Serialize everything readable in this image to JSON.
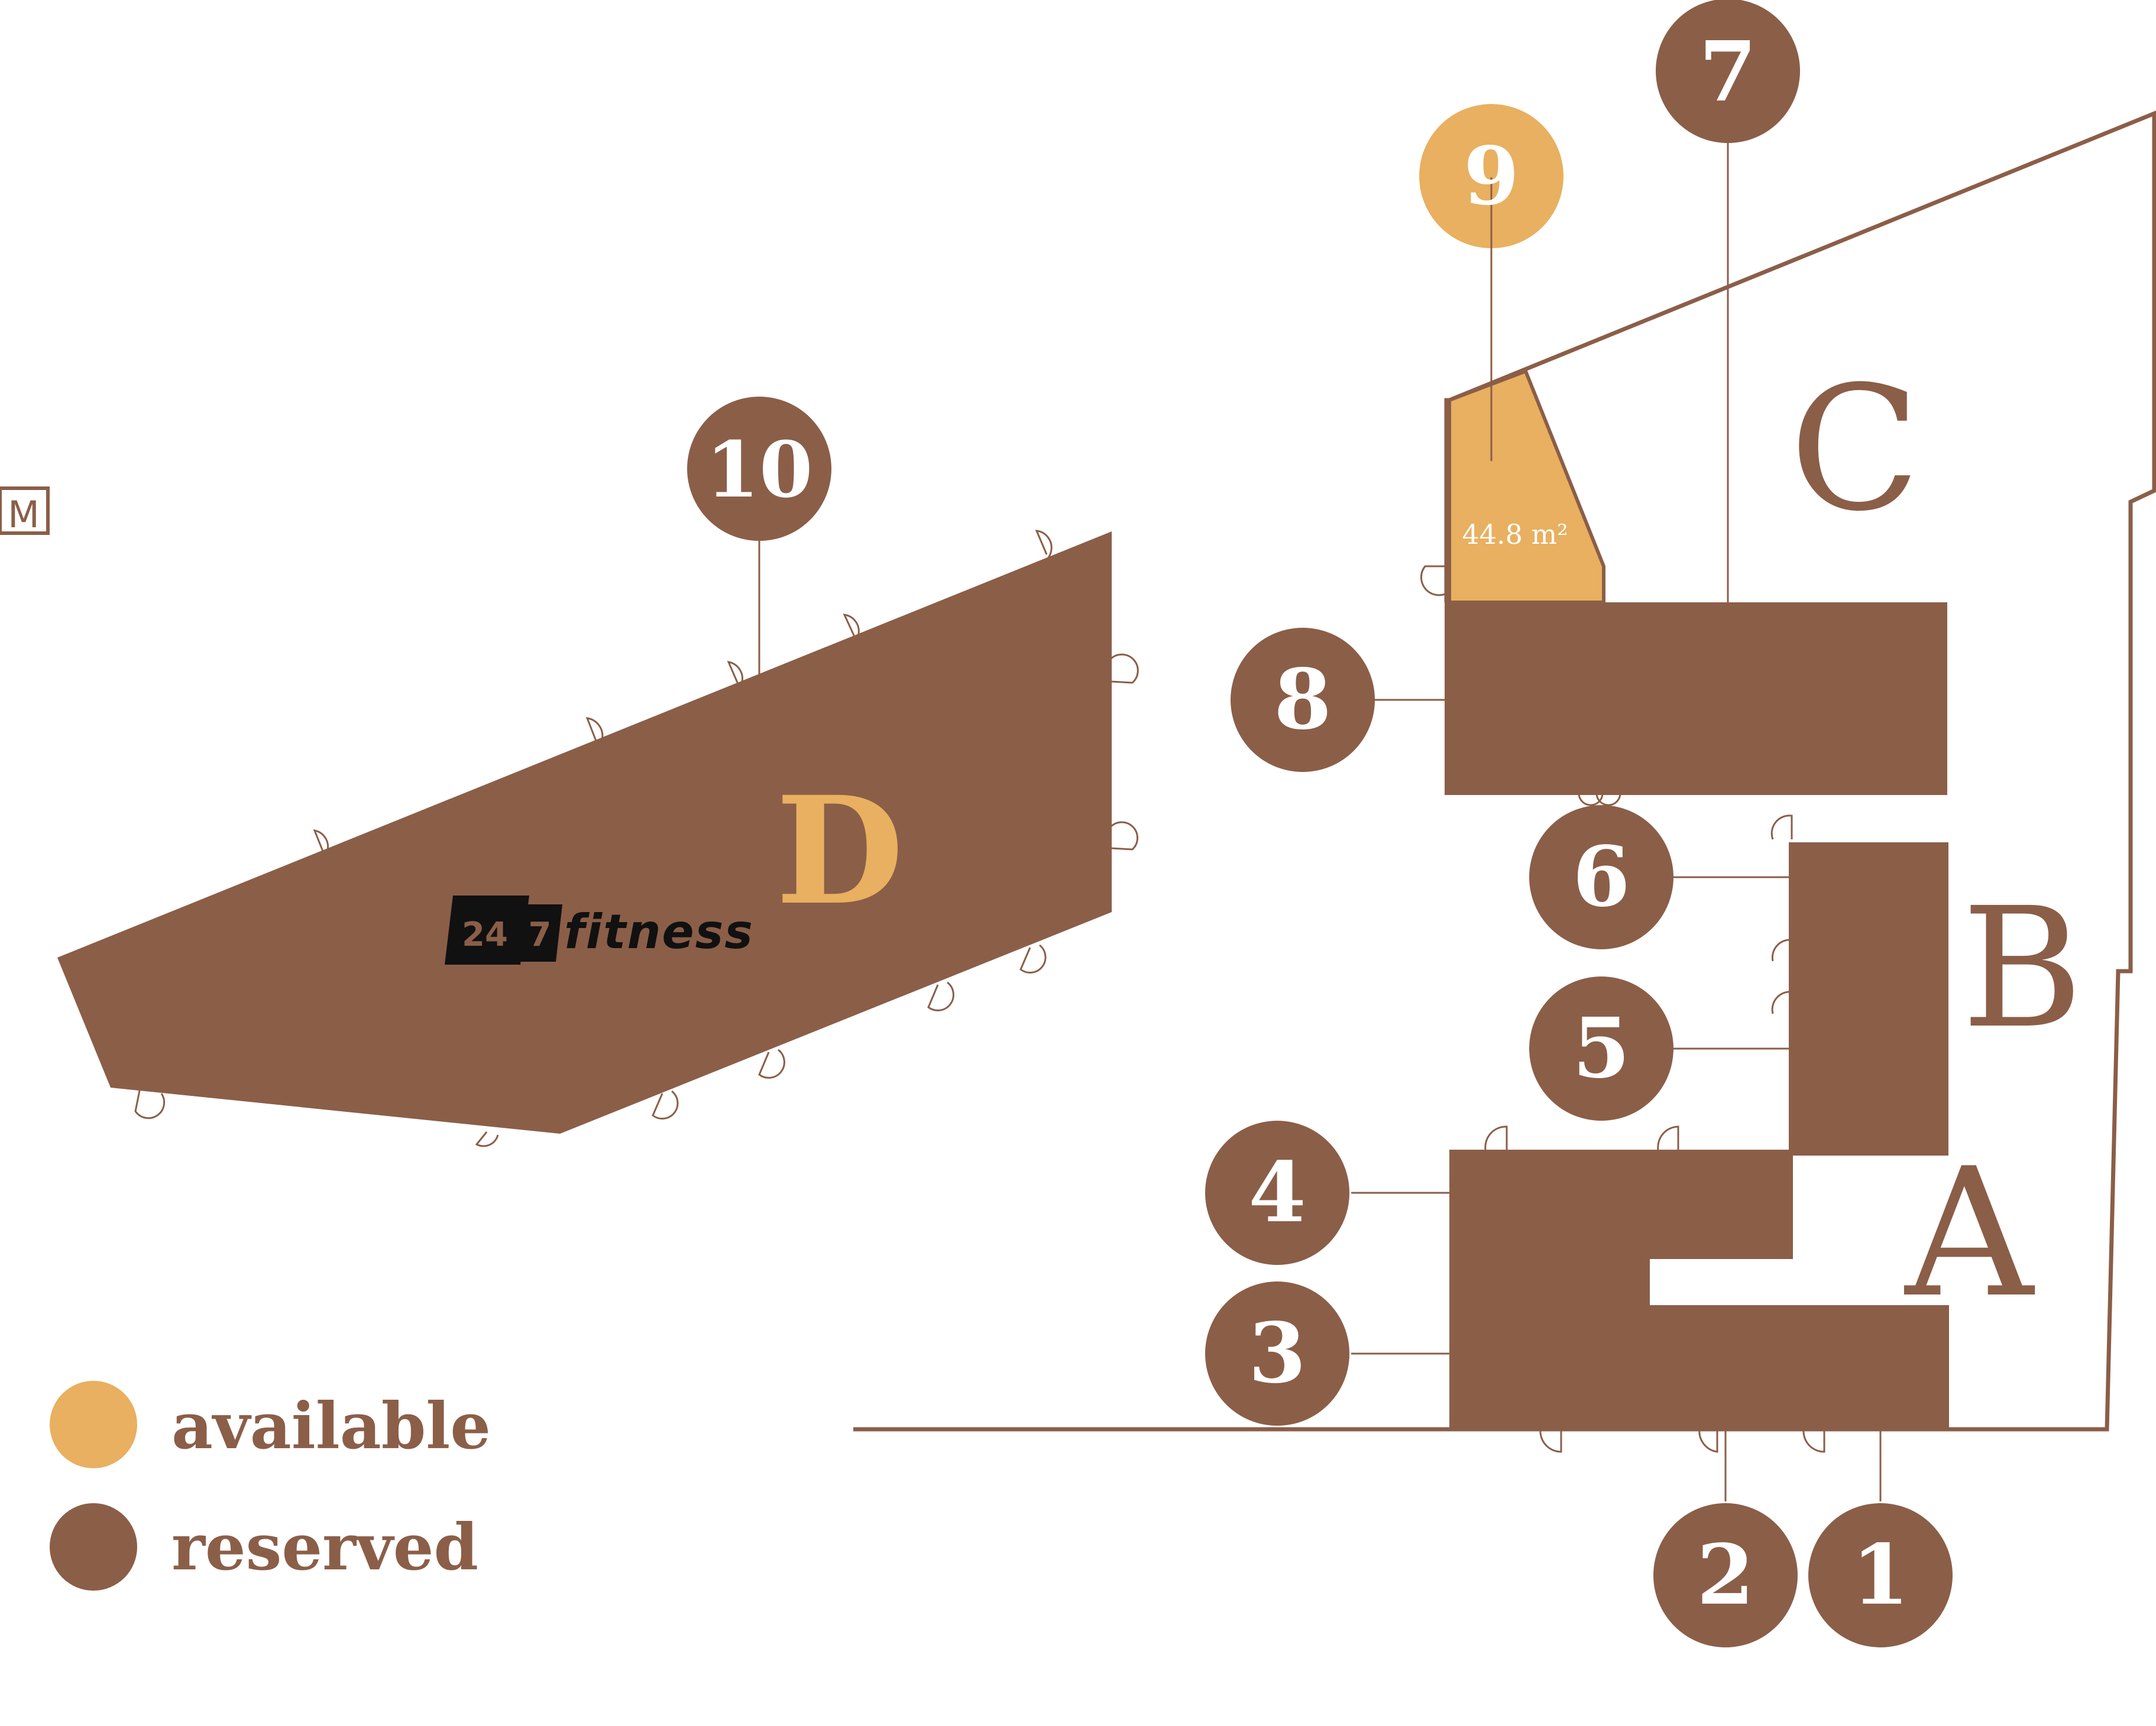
{
  "colors": {
    "reserved": "#8b5e48",
    "available": "#e8b060",
    "background": "#ffffff",
    "outline": "#8b5e48",
    "logo_dark": "#111111"
  },
  "buildings": {
    "A": "A",
    "B": "B",
    "C": "C",
    "D": "D"
  },
  "units": [
    {
      "id": "1",
      "label": "1",
      "status": "reserved"
    },
    {
      "id": "2",
      "label": "2",
      "status": "reserved"
    },
    {
      "id": "3",
      "label": "3",
      "status": "reserved"
    },
    {
      "id": "4",
      "label": "4",
      "status": "reserved"
    },
    {
      "id": "5",
      "label": "5",
      "status": "reserved"
    },
    {
      "id": "6",
      "label": "6",
      "status": "reserved"
    },
    {
      "id": "7",
      "label": "7",
      "status": "reserved"
    },
    {
      "id": "8",
      "label": "8",
      "status": "reserved"
    },
    {
      "id": "9",
      "label": "9",
      "status": "available",
      "area": "44.8 m²"
    },
    {
      "id": "10",
      "label": "10",
      "status": "reserved"
    }
  ],
  "tenant_logo": {
    "part1": "24",
    "part2": "7",
    "part3": "fitness"
  },
  "metro_icon": "M",
  "legend": {
    "available": "available",
    "reserved": "reserved"
  }
}
